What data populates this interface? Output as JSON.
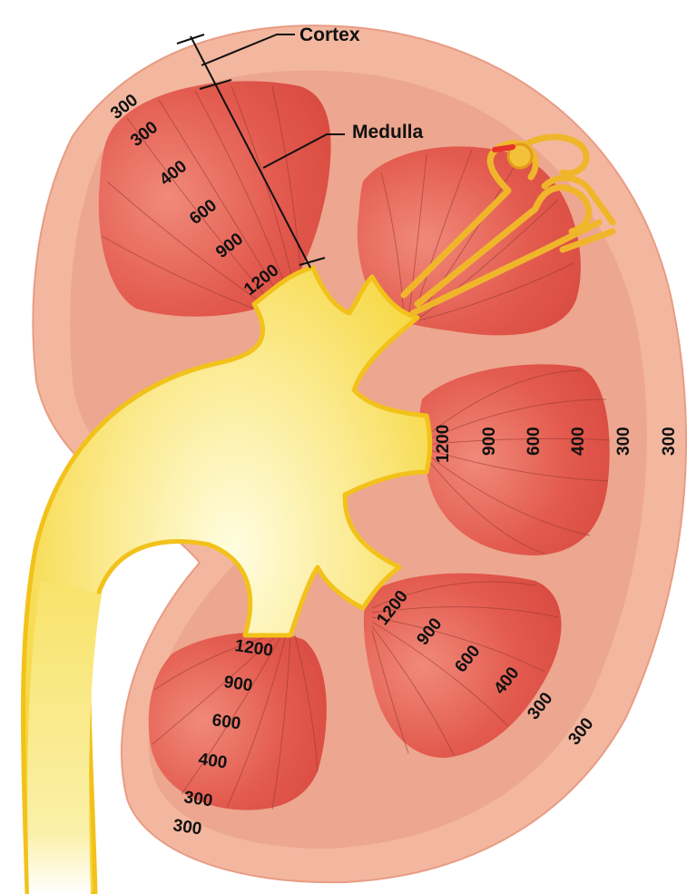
{
  "labels": {
    "cortex": "Cortex",
    "medulla": "Medulla"
  },
  "gradients": {
    "top_left": [
      "300",
      "300",
      "400",
      "600",
      "900",
      "1200"
    ],
    "right_middle": [
      "1200",
      "900",
      "600",
      "400",
      "300",
      "300"
    ],
    "lower_right": [
      "1200",
      "900",
      "600",
      "400",
      "300",
      "300"
    ],
    "bottom_left": [
      "1200",
      "900",
      "600",
      "400",
      "300",
      "300"
    ]
  },
  "colors": {
    "capsule": "#f3b7a0",
    "cortex": "#eda68f",
    "medulla_pyramid": "#e0554b",
    "pelvis": "#f8e36a",
    "pelvis_outline": "#f2c21a",
    "nephron": "#f0b62b"
  }
}
